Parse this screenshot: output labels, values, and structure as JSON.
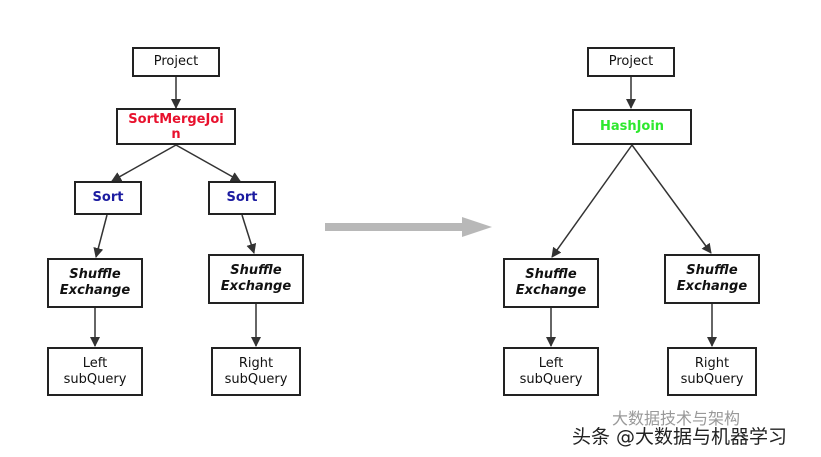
{
  "left": {
    "project": "Project",
    "join": "SortMergeJoin",
    "sort_left": "Sort",
    "sort_right": "Sort",
    "shuffle_left_1": "Shuffle",
    "shuffle_left_2": "Exchange",
    "shuffle_right_1": "Shuffle",
    "shuffle_right_2": "Exchange",
    "left_sub_1": "Left",
    "left_sub_2": "subQuery",
    "right_sub_1": "Right",
    "right_sub_2": "subQuery"
  },
  "right": {
    "project": "Project",
    "join": "HashJoin",
    "shuffle_left_1": "Shuffle",
    "shuffle_left_2": "Exchange",
    "shuffle_right_1": "Shuffle",
    "shuffle_right_2": "Exchange",
    "left_sub_1": "Left",
    "left_sub_2": "subQuery",
    "right_sub_1": "Right",
    "right_sub_2": "subQuery"
  },
  "watermark": {
    "ghost": "大数据技术与架构",
    "main": "头条 @大数据与机器学习"
  },
  "colors": {
    "sortmerge": "#e8112d",
    "hashjoin": "#2ee82e",
    "sort": "#1b1ba0",
    "arrow_gray": "#b8b8b8"
  }
}
